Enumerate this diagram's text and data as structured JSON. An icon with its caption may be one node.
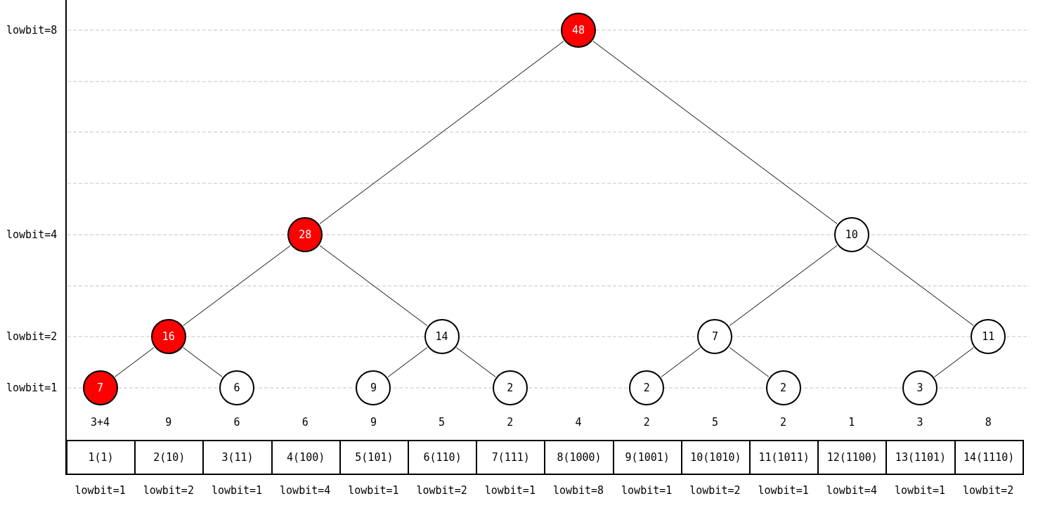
{
  "diagram": {
    "nodes": [
      {
        "text": [
          "48"
        ]
      },
      {
        "text": [
          "28"
        ]
      },
      {
        "text": [
          "10"
        ]
      },
      {
        "text": [
          "16"
        ]
      },
      {
        "text": [
          "14"
        ]
      },
      {
        "text": [
          "7"
        ]
      },
      {
        "text": [
          "11"
        ]
      },
      {
        "text": [
          "7"
        ]
      },
      {
        "text": [
          "6"
        ]
      },
      {
        "text": [
          "9"
        ]
      },
      {
        "text": [
          "2"
        ]
      },
      {
        "text": [
          "2"
        ]
      },
      {
        "text": [
          "2"
        ]
      },
      {
        "text": [
          "3"
        ]
      }
    ],
    "edges": [
      {
        "from": 0,
        "to": 1,
        "arrow": "none"
      },
      {
        "from": 0,
        "to": 2,
        "arrow": "none"
      },
      {
        "from": 1,
        "to": 3,
        "arrow": "none"
      },
      {
        "from": 1,
        "to": 4,
        "arrow": "none"
      },
      {
        "from": 2,
        "to": 5,
        "arrow": "none"
      },
      {
        "from": 2,
        "to": 6,
        "arrow": "none"
      },
      {
        "from": 3,
        "to": 7,
        "arrow": "none"
      },
      {
        "from": 3,
        "to": 8,
        "arrow": "none"
      },
      {
        "from": 4,
        "to": 9,
        "arrow": "none"
      },
      {
        "from": 4,
        "to": 10,
        "arrow": "none"
      },
      {
        "from": 5,
        "to": 11,
        "arrow": "none"
      },
      {
        "from": 5,
        "to": 12,
        "arrow": "none"
      },
      {
        "from": 6,
        "to": 13,
        "arrow": "none"
      }
    ],
    "labels": [
      "lowbit=8",
      "lowbit=4",
      "lowbit=2",
      "lowbit=1",
      "3+4",
      "9",
      "6",
      "6",
      "9",
      "5",
      "2",
      "4",
      "2",
      "5",
      "2",
      "1",
      "3",
      "8",
      "1(1)",
      "2(10)",
      "3(11)",
      "4(100)",
      "5(101)",
      "6(110)",
      "7(111)",
      "8(1000)",
      "9(1001)",
      "10(1010)",
      "11(1011)",
      "12(1100)",
      "13(1101)",
      "14(1110)",
      "lowbit=1",
      "lowbit=2",
      "lowbit=1",
      "lowbit=4",
      "lowbit=1",
      "lowbit=2",
      "lowbit=1",
      "lowbit=8",
      "lowbit=1",
      "lowbit=2",
      "lowbit=1",
      "lowbit=4",
      "lowbit=1",
      "lowbit=2"
    ]
  }
}
